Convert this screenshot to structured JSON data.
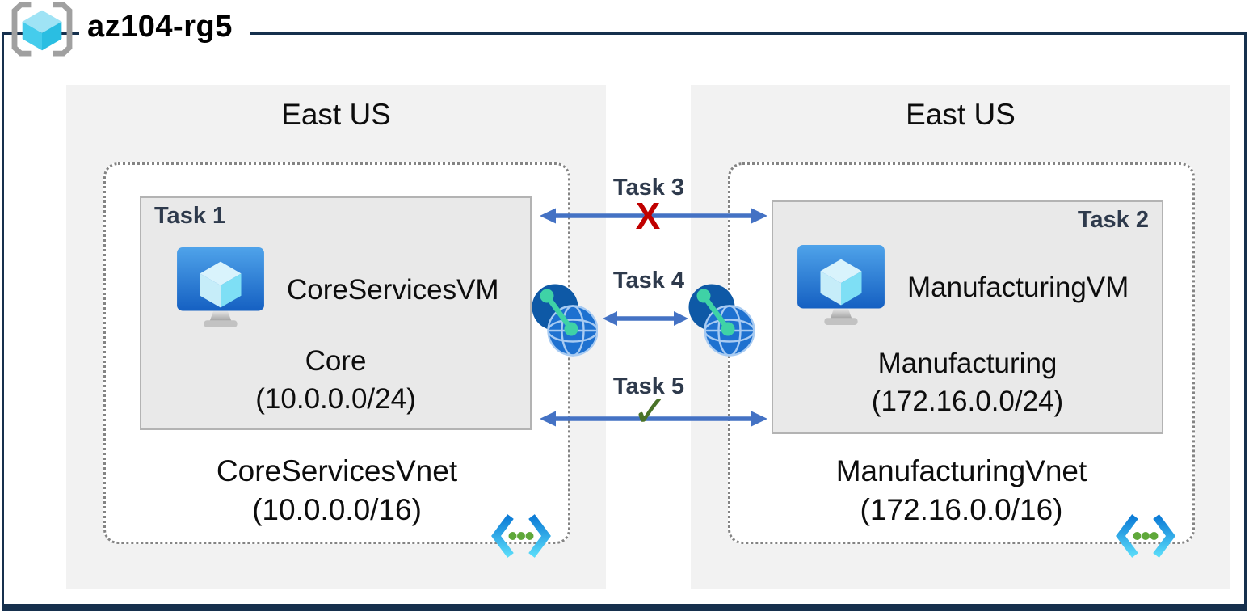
{
  "resource_group": {
    "name": "az104-rg5"
  },
  "regions": [
    {
      "label": "East US"
    },
    {
      "label": "East US"
    }
  ],
  "vnets": [
    {
      "name": "CoreServicesVnet",
      "cidr": "(10.0.0.0/16)",
      "subnet": {
        "task": "Task 1",
        "vm": "CoreServicesVM",
        "name": "Core",
        "cidr": "(10.0.0.0/24)"
      }
    },
    {
      "name": "ManufacturingVnet",
      "cidr": "(172.16.0.0/16)",
      "subnet": {
        "task": "Task 2",
        "vm": "ManufacturingVM",
        "name": "Manufacturing",
        "cidr": "(172.16.0.0/24)"
      }
    }
  ],
  "connections": [
    {
      "label": "Task 3",
      "status": "blocked",
      "marker": "X"
    },
    {
      "label": "Task 4",
      "status": "peering",
      "marker": ""
    },
    {
      "label": "Task 5",
      "status": "allowed",
      "marker": "✓"
    }
  ],
  "icons": {
    "resource_group": "azure-resource-group-icon",
    "virtual_machine": "azure-vm-icon",
    "virtual_network": "azure-vnet-icon",
    "peering": "vnet-peering-globe-icon"
  },
  "colors": {
    "frame_navy": "#16304D",
    "arrow_blue": "#4472C4",
    "blocked_red": "#C00000",
    "allowed_green": "#4A7328",
    "task_label": "#2E3A4C",
    "region_bg": "#F2F2F2",
    "subnet_bg": "#E9E9E9",
    "peering_green": "#3FD2A6"
  }
}
